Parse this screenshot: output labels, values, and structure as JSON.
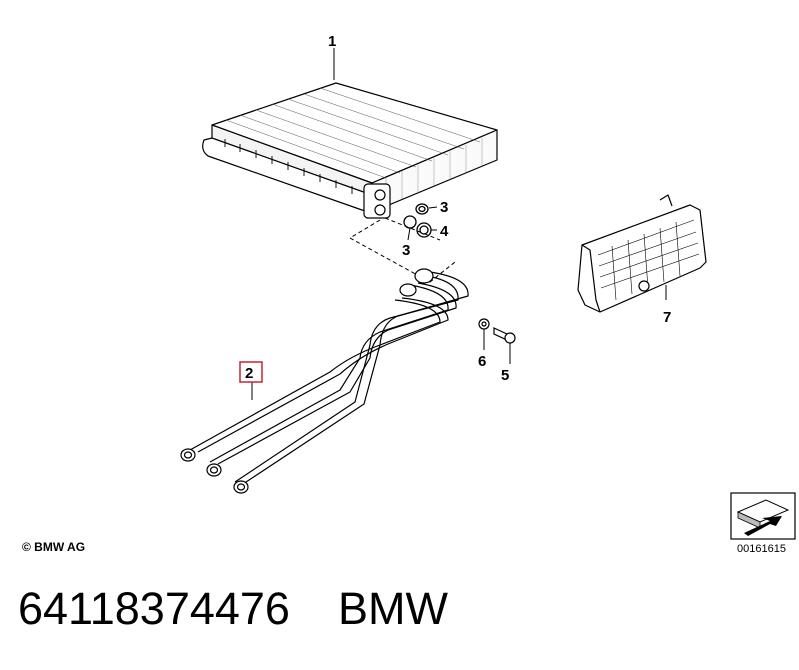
{
  "callouts": {
    "c1": "1",
    "c2": "2",
    "c3a": "3",
    "c3b": "3",
    "c4": "4",
    "c5": "5",
    "c6": "6",
    "c7": "7"
  },
  "copyright": "© BMW AG",
  "reference_number": "00161615",
  "footer": {
    "part_number": "64118374476",
    "brand": "BMW"
  },
  "colors": {
    "highlight_box": "#cc2233",
    "line": "#000000"
  },
  "icons": [
    "orientation-arrow-icon"
  ]
}
